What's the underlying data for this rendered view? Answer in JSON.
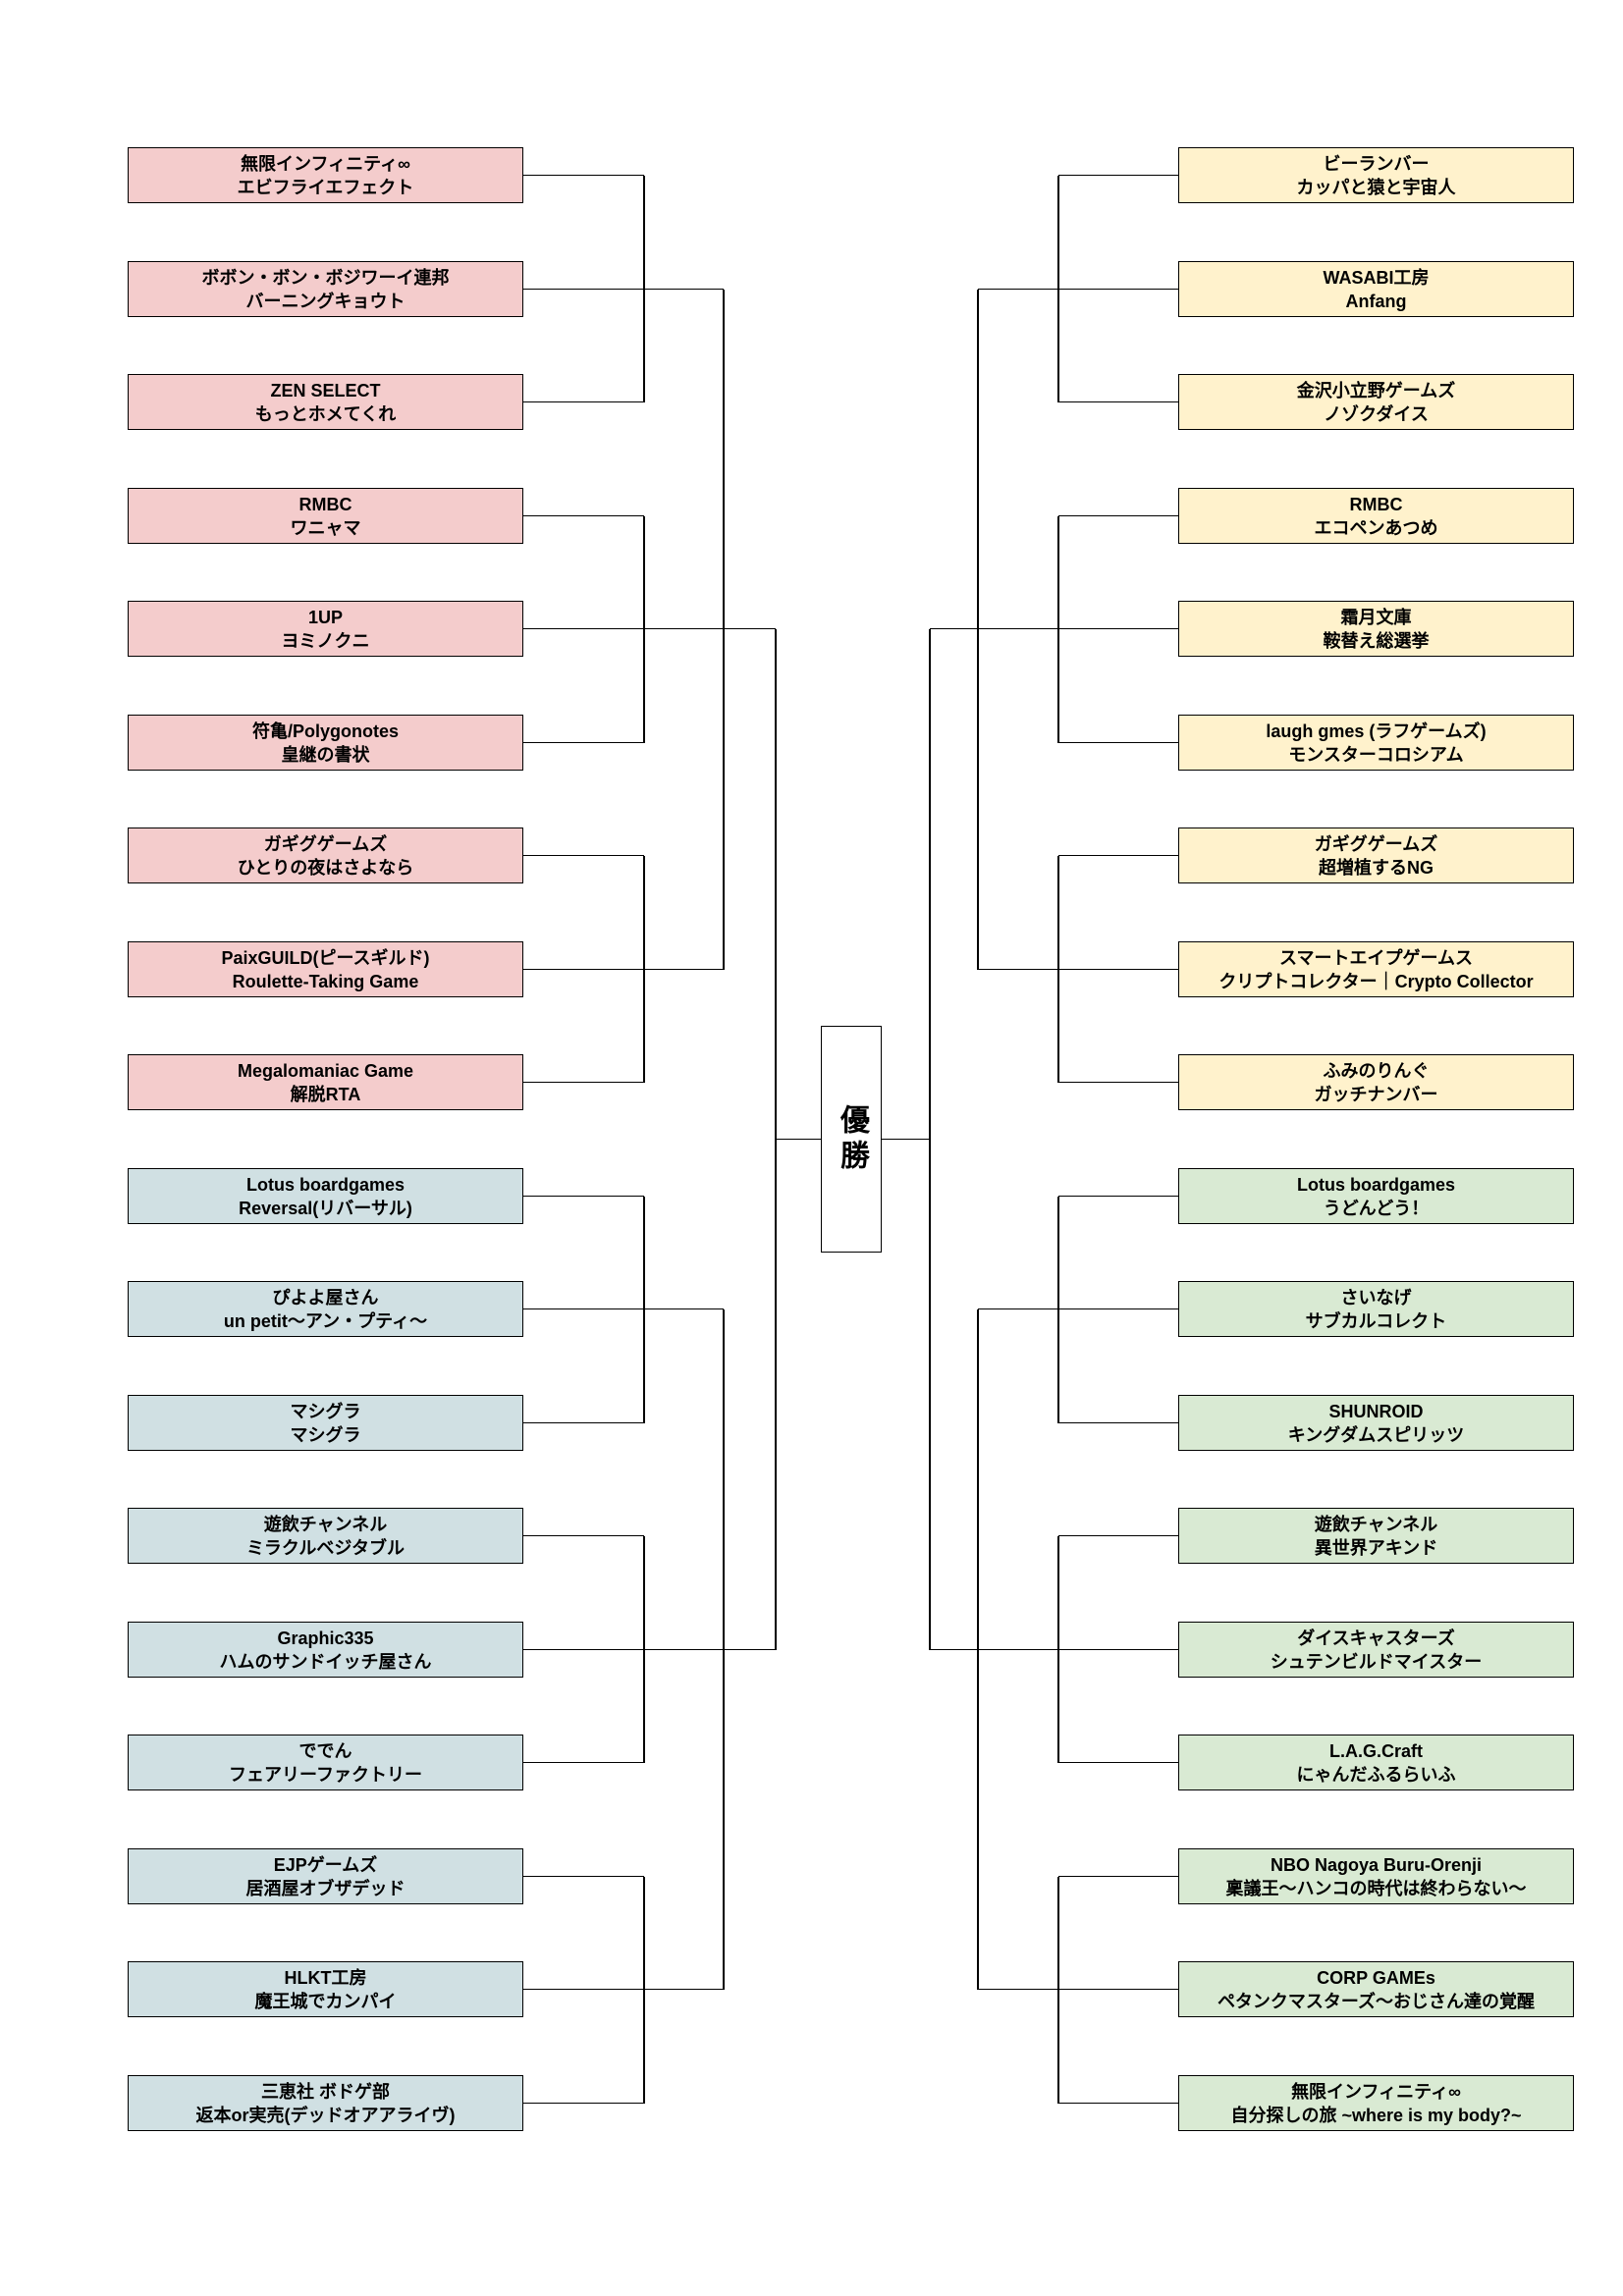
{
  "champion_label": "優勝",
  "colors": {
    "pink": "#f4cccc",
    "blue": "#d0e0e3",
    "yellow": "#fff2cc",
    "green": "#d9ead3",
    "line": "#000000",
    "background": "#ffffff",
    "border": "#000000"
  },
  "left": [
    {
      "org": "無限インフィニティ∞",
      "game": "エビフライエフェクト",
      "color": "pink"
    },
    {
      "org": "ボボン・ボン・ボジワーイ連邦",
      "game": "バーニングキョウト",
      "color": "pink"
    },
    {
      "org": "ZEN SELECT",
      "game": "もっとホメてくれ",
      "color": "pink"
    },
    {
      "org": "RMBC",
      "game": "ワニャマ",
      "color": "pink"
    },
    {
      "org": "1UP",
      "game": "ヨミノクニ",
      "color": "pink"
    },
    {
      "org": "符亀/Polygonotes",
      "game": "皇継の書状",
      "color": "pink"
    },
    {
      "org": "ガギグゲームズ",
      "game": "ひとりの夜はさよなら",
      "color": "pink"
    },
    {
      "org": "PaixGUILD(ピースギルド)",
      "game": "Roulette-Taking Game",
      "color": "pink"
    },
    {
      "org": "Megalomaniac Game",
      "game": "解脱RTA",
      "color": "pink"
    },
    {
      "org": "Lotus boardgames",
      "game": "Reversal(リバーサル)",
      "color": "blue"
    },
    {
      "org": "ぴよよ屋さん",
      "game": "un petit～アン・プティ～",
      "color": "blue"
    },
    {
      "org": "マシグラ",
      "game": "マシグラ",
      "color": "blue"
    },
    {
      "org": "遊飲チャンネル",
      "game": "ミラクルベジタブル",
      "color": "blue"
    },
    {
      "org": "Graphic335",
      "game": "ハムのサンドイッチ屋さん",
      "color": "blue"
    },
    {
      "org": "ででん",
      "game": "フェアリーファクトリー",
      "color": "blue"
    },
    {
      "org": "EJPゲームズ",
      "game": "居酒屋オブザデッド",
      "color": "blue"
    },
    {
      "org": "HLKT工房",
      "game": "魔王城でカンパイ",
      "color": "blue"
    },
    {
      "org": "三恵社 ボドゲ部",
      "game": "返本or実売(デッドオアアライヴ)",
      "color": "blue"
    }
  ],
  "right": [
    {
      "org": "ビーランバー",
      "game": "カッパと猿と宇宙人",
      "color": "yellow"
    },
    {
      "org": "WASABI工房",
      "game": "Anfang",
      "color": "yellow"
    },
    {
      "org": "金沢小立野ゲームズ",
      "game": "ノゾクダイス",
      "color": "yellow"
    },
    {
      "org": "RMBC",
      "game": "エコペンあつめ",
      "color": "yellow"
    },
    {
      "org": "霜月文庫",
      "game": "鞍替え総選挙",
      "color": "yellow"
    },
    {
      "org": "laugh gmes (ラフゲームズ)",
      "game": "モンスターコロシアム",
      "color": "yellow"
    },
    {
      "org": "ガギグゲームズ",
      "game": "超増植するNG",
      "color": "yellow"
    },
    {
      "org": "スマートエイプゲームス",
      "game": "クリプトコレクター｜Crypto Collector",
      "color": "yellow"
    },
    {
      "org": "ふみのりんぐ",
      "game": "ガッチナンバー",
      "color": "yellow"
    },
    {
      "org": "Lotus boardgames",
      "game": "うどんどう！",
      "color": "green"
    },
    {
      "org": "さいなげ",
      "game": "サブカルコレクト",
      "color": "green"
    },
    {
      "org": "SHUNROID",
      "game": "キングダムスピリッツ",
      "color": "green"
    },
    {
      "org": "遊飲チャンネル",
      "game": "異世界アキンド",
      "color": "green"
    },
    {
      "org": "ダイスキャスターズ",
      "game": "シュテンビルドマイスター",
      "color": "green"
    },
    {
      "org": "L.A.G.Craft",
      "game": "にゃんだふるらいふ",
      "color": "green"
    },
    {
      "org": "NBO Nagoya Buru-Orenji",
      "game": "稟議王～ハンコの時代は終わらない～",
      "color": "green"
    },
    {
      "org": "CORP GAMEs",
      "game": "ペタンクマスターズ～おじさん達の覚醒",
      "color": "green"
    },
    {
      "org": "無限インフィニティ∞",
      "game": "自分探しの旅 ~where is my body?~",
      "color": "green"
    }
  ]
}
